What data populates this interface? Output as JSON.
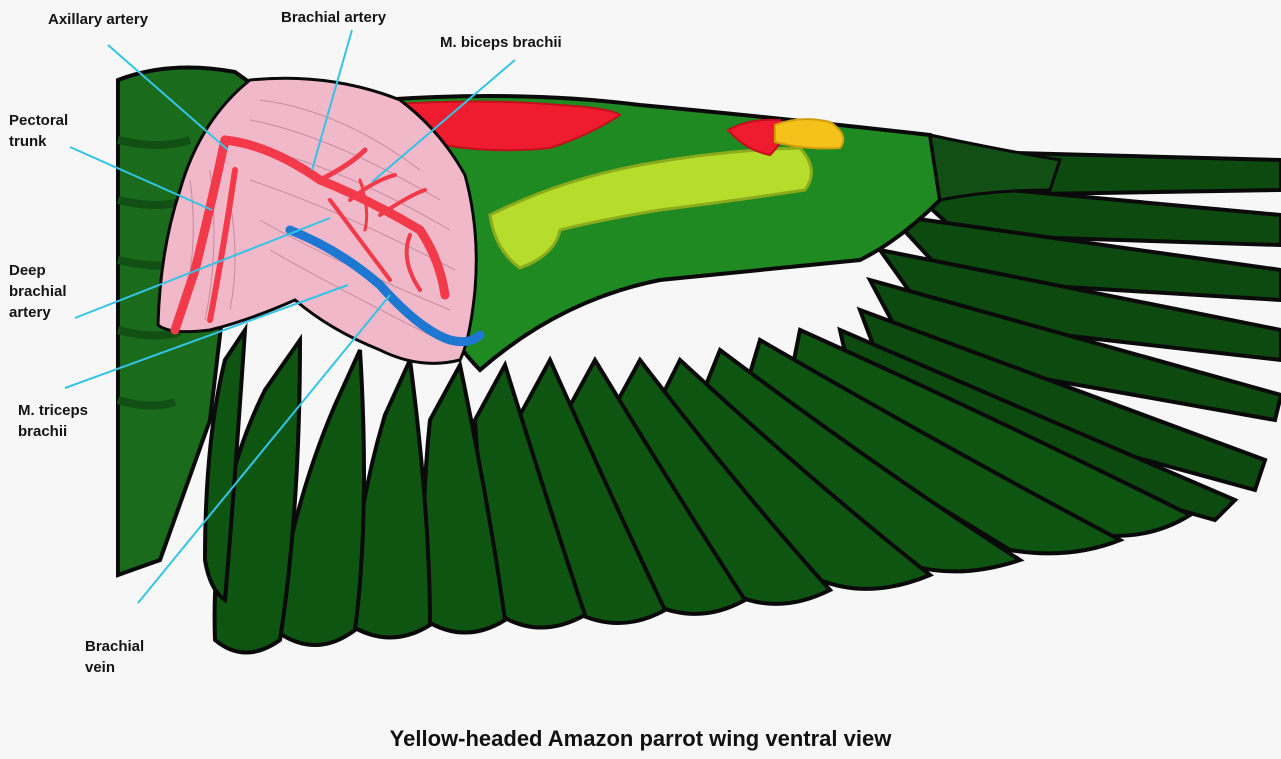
{
  "caption": "Yellow-headed Amazon parrot wing ventral view",
  "labels": {
    "axillary_artery": "Axillary artery",
    "brachial_artery": "Brachial artery",
    "biceps": "M. biceps brachii",
    "pectoral_trunk": "Pectoral\ntrunk",
    "deep_brachial": "Deep\nbrachial\nartery",
    "triceps": "M. triceps\nbrachii",
    "brachial_vein": "Brachial\nvein"
  },
  "colors": {
    "feather_dark": "#0d4a10",
    "feather_mid": "#1a6b1c",
    "covert_green": "#1f8a22",
    "lime": "#b6dc2c",
    "red_patch": "#ee1c2e",
    "yellow_patch": "#f5c21b",
    "muscle_pink": "#f0b8c8",
    "artery": "#f23a4a",
    "vein": "#1e78d2",
    "leader": "#33c4e6"
  }
}
